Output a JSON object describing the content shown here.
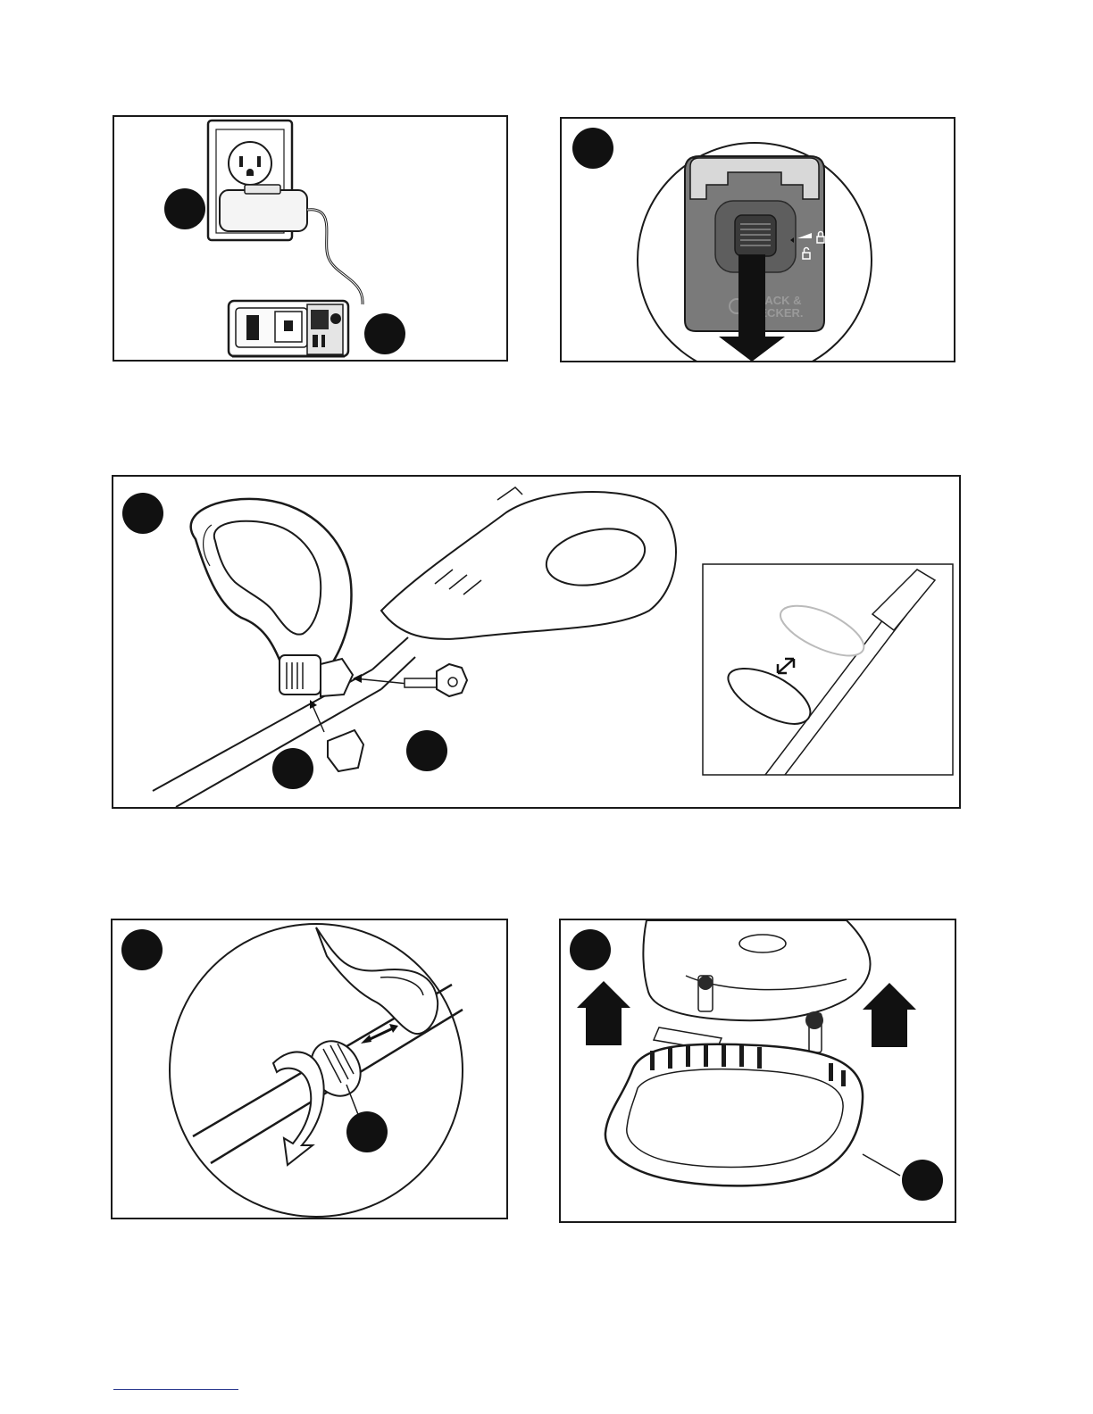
{
  "page": {
    "background_color": "#ffffff",
    "line_color": "#1a1a1a",
    "badge_color": "#111111",
    "footer_rule_color": "#2b3a8f"
  },
  "panels": [
    {
      "id": "charger-connection",
      "callouts": 2
    },
    {
      "id": "battery-removal",
      "callouts": 1
    },
    {
      "id": "handle-assembly",
      "callouts": 3,
      "has_inset": true
    },
    {
      "id": "collar-adjustment",
      "callouts": 2
    },
    {
      "id": "guard-attachment",
      "callouts": 2
    }
  ],
  "battery_label_lines": [
    "BLACK &",
    "DECKER."
  ]
}
